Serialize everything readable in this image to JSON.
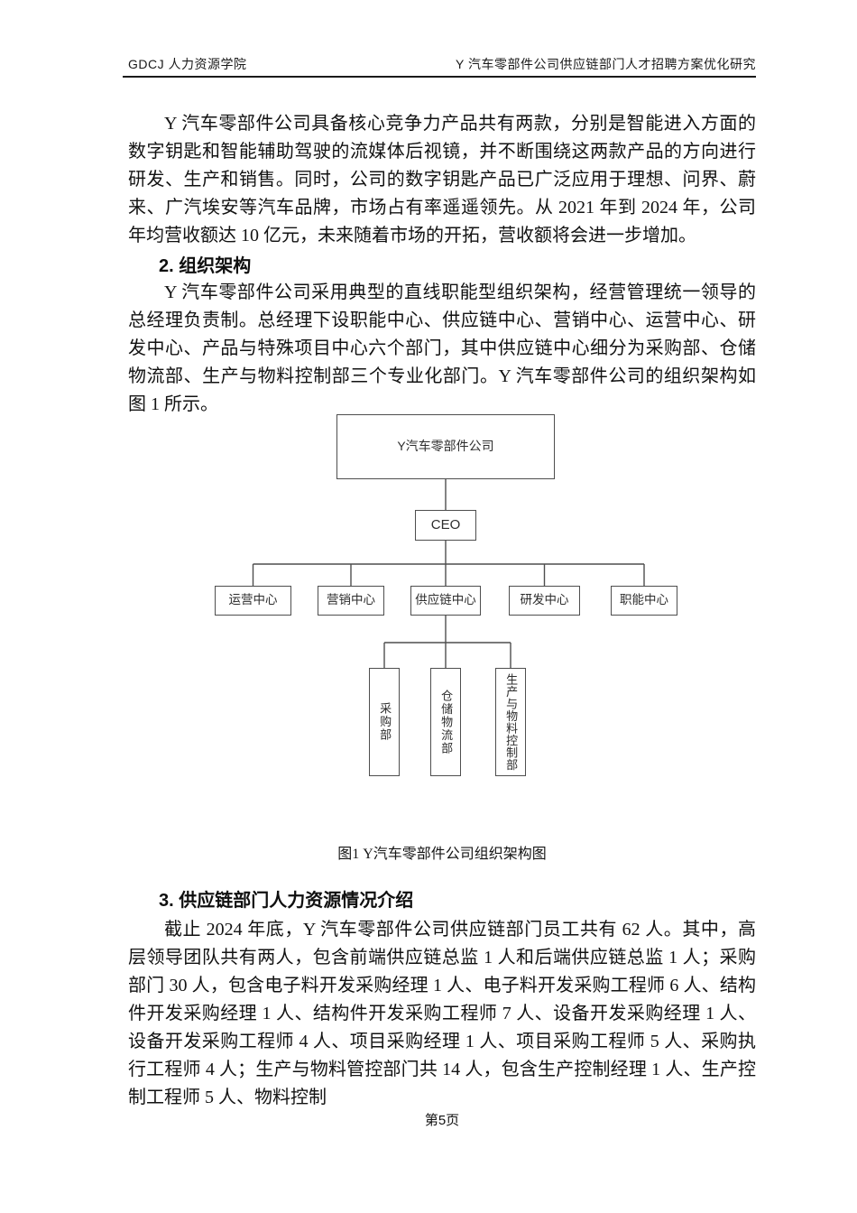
{
  "header": {
    "left": "GDCJ 人力资源学院",
    "right": "Y 汽车零部件公司供应链部门人才招聘方案优化研究"
  },
  "intro_paragraph": "Y 汽车零部件公司具备核心竞争力产品共有两款，分别是智能进入方面的数字钥匙和智能辅助驾驶的流媒体后视镜，并不断围绕这两款产品的方向进行研发、生产和销售。同时，公司的数字钥匙产品已广泛应用于理想、问界、蔚来、广汽埃安等汽车品牌，市场占有率遥遥领先。从 2021 年到 2024 年，公司年均营收额达 10 亿元，未来随着市场的开拓，营收额将会进一步增加。",
  "section_2": {
    "heading": "2. 组织架构",
    "paragraph": "Y 汽车零部件公司采用典型的直线职能型组织架构，经营管理统一领导的总经理负责制。总经理下设职能中心、供应链中心、营销中心、运营中心、研发中心、产品与特殊项目中心六个部门，其中供应链中心细分为采购部、仓储物流部、生产与物料控制部三个专业化部门。Y 汽车零部件公司的组织架构如图 1 所示。"
  },
  "figure_1": {
    "caption": "图1 Y汽车零部件公司组织架构图",
    "org_chart": {
      "root": "Y汽车零部件公司",
      "ceo": "CEO",
      "centers": [
        "运营中心",
        "营销中心",
        "供应链中心",
        "研发中心",
        "职能中心"
      ],
      "supply_chain_departments": [
        "采购部",
        "仓储物流部",
        "生产与物料控制部"
      ]
    }
  },
  "section_3": {
    "heading": "3. 供应链部门人力资源情况介绍",
    "paragraph": "截止 2024 年底，Y 汽车零部件公司供应链部门员工共有 62 人。其中，高层领导团队共有两人，包含前端供应链总监 1 人和后端供应链总监 1 人；采购部门 30 人，包含电子料开发采购经理 1 人、电子料开发采购工程师 6 人、结构件开发采购经理 1 人、结构件开发采购工程师 7 人、设备开发采购经理 1 人、设备开发采购工程师 4 人、项目采购经理 1 人、项目采购工程师 5 人、采购执行工程师 4 人；生产与物料管控部门共 14 人，包含生产控制经理 1 人、生产控制工程师 5 人、物料控制"
  },
  "footer": {
    "page_number": "第5页"
  },
  "colors": {
    "text": "#121212",
    "chart_border": "#4e4e4e",
    "chart_line": "#4e4e4e"
  }
}
